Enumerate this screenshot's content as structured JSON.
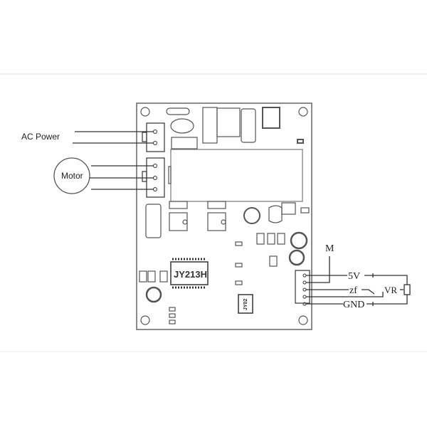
{
  "labels": {
    "ac_power": "AC Power",
    "motor": "Motor",
    "chip_main": "JY213H",
    "chip_secondary": "JY02",
    "m": "M",
    "v5": "5V",
    "zf": "zf",
    "vr": "VR",
    "gnd": "GND"
  },
  "colors": {
    "line": "#333333",
    "board": "#555555",
    "text": "#222222"
  }
}
